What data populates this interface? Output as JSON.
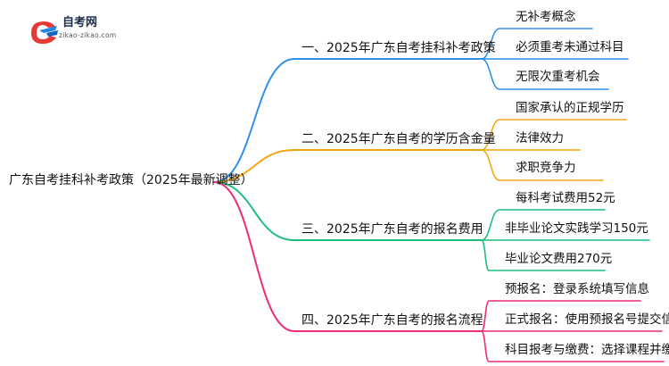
{
  "logo": {
    "title": "自考网",
    "subtitle": "zikao-zikao.com"
  },
  "root": {
    "label": "广东自考挂科补考政策（2025年最新调整）"
  },
  "branches": [
    {
      "label": "一、2025年广东自考挂科补考政策",
      "color": "#2e8fe8",
      "children": [
        "无补考概念",
        "必须重考未通过科目",
        "无限次重考机会"
      ]
    },
    {
      "label": "二、2025年广东自考的学历含金量",
      "color": "#f5a40c",
      "children": [
        "国家承认的正规学历",
        "法律效力",
        "求职竞争力"
      ]
    },
    {
      "label": "三、2025年广东自考的报名费用",
      "color": "#1dbd7e",
      "children": [
        "每科考试费用52元",
        "非毕业论文实践学习150元",
        "毕业论文费用270元"
      ]
    },
    {
      "label": "四、2025年广东自考的报名流程",
      "color": "#ef2b7c",
      "children": [
        "预报名：登录系统填写信息",
        "正式报名：使用预报名号提交信息",
        "科目报考与缴费：选择课程并缴费"
      ]
    }
  ]
}
